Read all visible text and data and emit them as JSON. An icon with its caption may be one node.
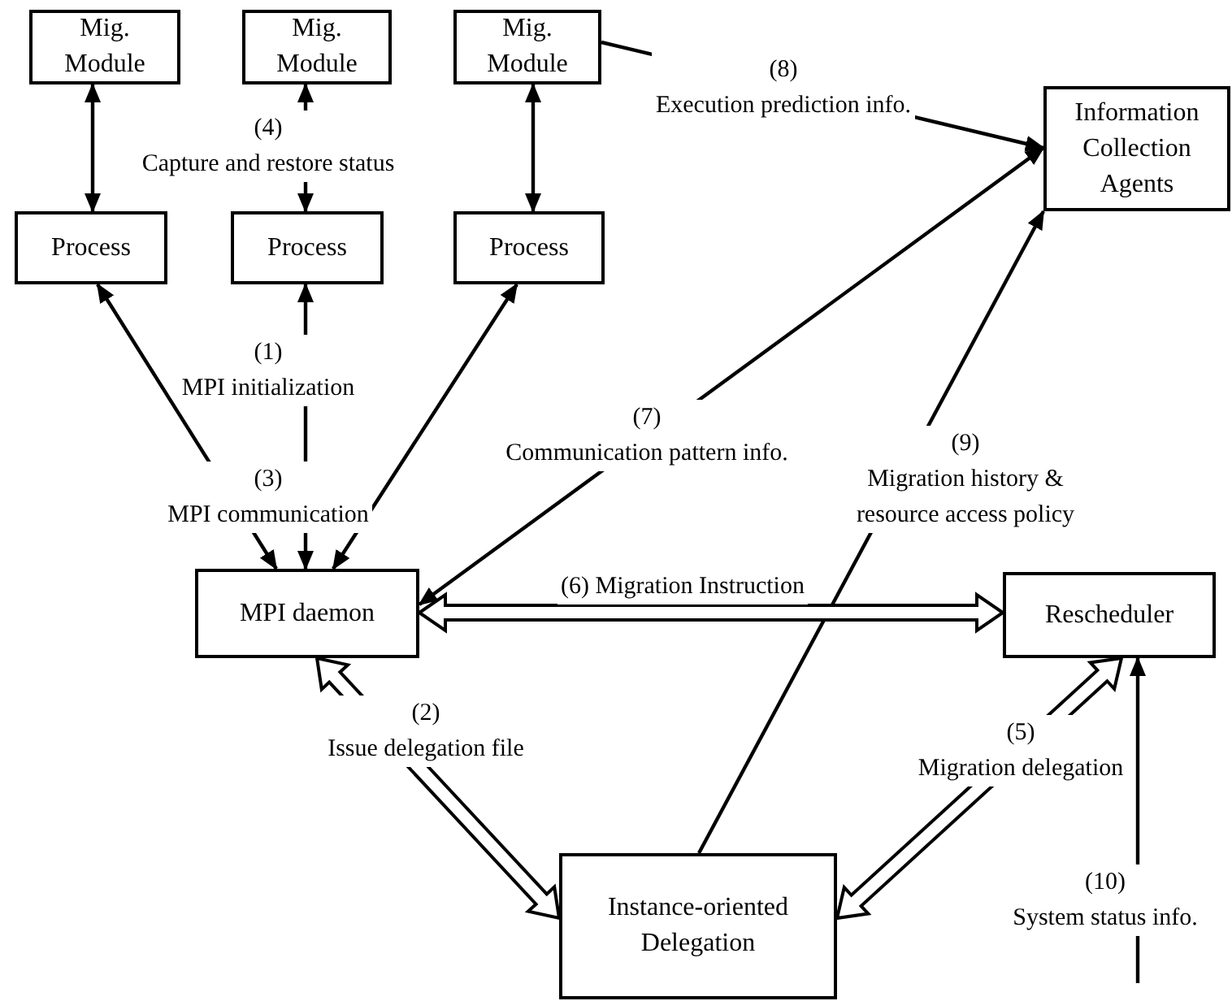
{
  "diagram": {
    "nodes": [
      {
        "text": [
          "Mig. Module"
        ]
      },
      {
        "text": [
          "Mig. Module"
        ]
      },
      {
        "text": [
          "Mig. Module"
        ]
      },
      {
        "text": [
          "Process"
        ]
      },
      {
        "text": [
          "Process"
        ]
      },
      {
        "text": [
          "Process"
        ]
      },
      {
        "text": [
          "Information Collection Agents"
        ]
      },
      {
        "text": [
          "MPI daemon"
        ]
      },
      {
        "text": [
          "Rescheduler"
        ]
      },
      {
        "text": [
          "Instance-oriented Delegation"
        ]
      }
    ],
    "edges": [
      {
        "from": 0,
        "to": 3,
        "arrow": "both"
      },
      {
        "from": 1,
        "to": 4,
        "arrow": "both",
        "label": "(4) Capture and restore status"
      },
      {
        "from": 2,
        "to": 5,
        "arrow": "both"
      },
      {
        "from": 7,
        "to": 3,
        "arrow": "both"
      },
      {
        "from": 7,
        "to": 4,
        "arrow": "both",
        "label": "(1) MPI initialization"
      },
      {
        "from": 7,
        "to": 5,
        "arrow": "both"
      },
      {
        "from": 2,
        "to": 6,
        "arrow": "to",
        "label": "(8) Execution prediction info."
      },
      {
        "from": 7,
        "to": 6,
        "arrow": "both",
        "label": "(7) Communication pattern info."
      },
      {
        "from": 9,
        "to": 6,
        "arrow": "to",
        "label": "(9) Migration history & resource access policy"
      },
      {
        "from": 7,
        "to": 8,
        "arrow": "both",
        "style": "thick",
        "label": "(6) Migration Instruction"
      },
      {
        "from": 7,
        "to": 9,
        "arrow": "both",
        "style": "thick",
        "label": "(2) Issue delegation file"
      },
      {
        "from": 8,
        "to": 9,
        "arrow": "both",
        "style": "thick",
        "label": "(5) Migration delegation"
      },
      {
        "from": null,
        "to": 8,
        "arrow": "to",
        "label": "(10) System status info."
      }
    ],
    "labels": [
      "(3) MPI communication"
    ]
  }
}
